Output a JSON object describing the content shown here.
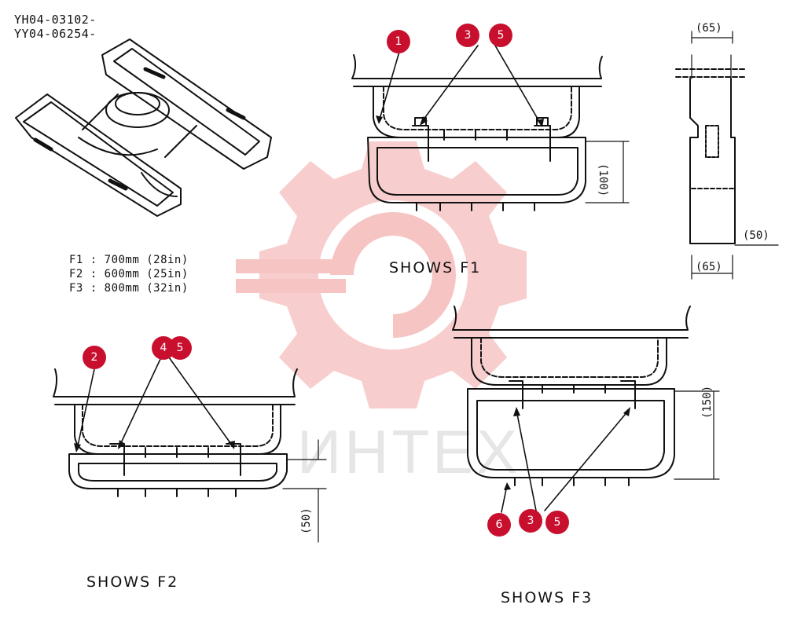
{
  "part_numbers": [
    "YH04-03102-",
    "YY04-06254-"
  ],
  "sizes": [
    "F1 : 700mm  (28in)",
    "F2 : 600mm  (25in)",
    "F3 : 800mm  (32in)"
  ],
  "captions": {
    "f1": "SHOWS  F1",
    "f2": "SHOWS  F2",
    "f3": "SHOWS  F3"
  },
  "dimensions": {
    "d65_top": "(65)",
    "d65_bottom": "(65)",
    "d50_side": "(50)",
    "d100": "(100)",
    "d150": "(150)",
    "d50_f2": "(50)"
  },
  "callouts": {
    "f1_1": "1",
    "f1_3": "3",
    "f1_5": "5",
    "f2_2": "2",
    "f2_4": "4",
    "f2_5": "5",
    "f3_6": "6",
    "f3_3": "3",
    "f3_5": "5"
  },
  "watermark": {
    "text": "ИНТЕХ"
  },
  "colors": {
    "callout": "#c8102e",
    "watermark": "#f5b5b5",
    "line": "#111111"
  }
}
